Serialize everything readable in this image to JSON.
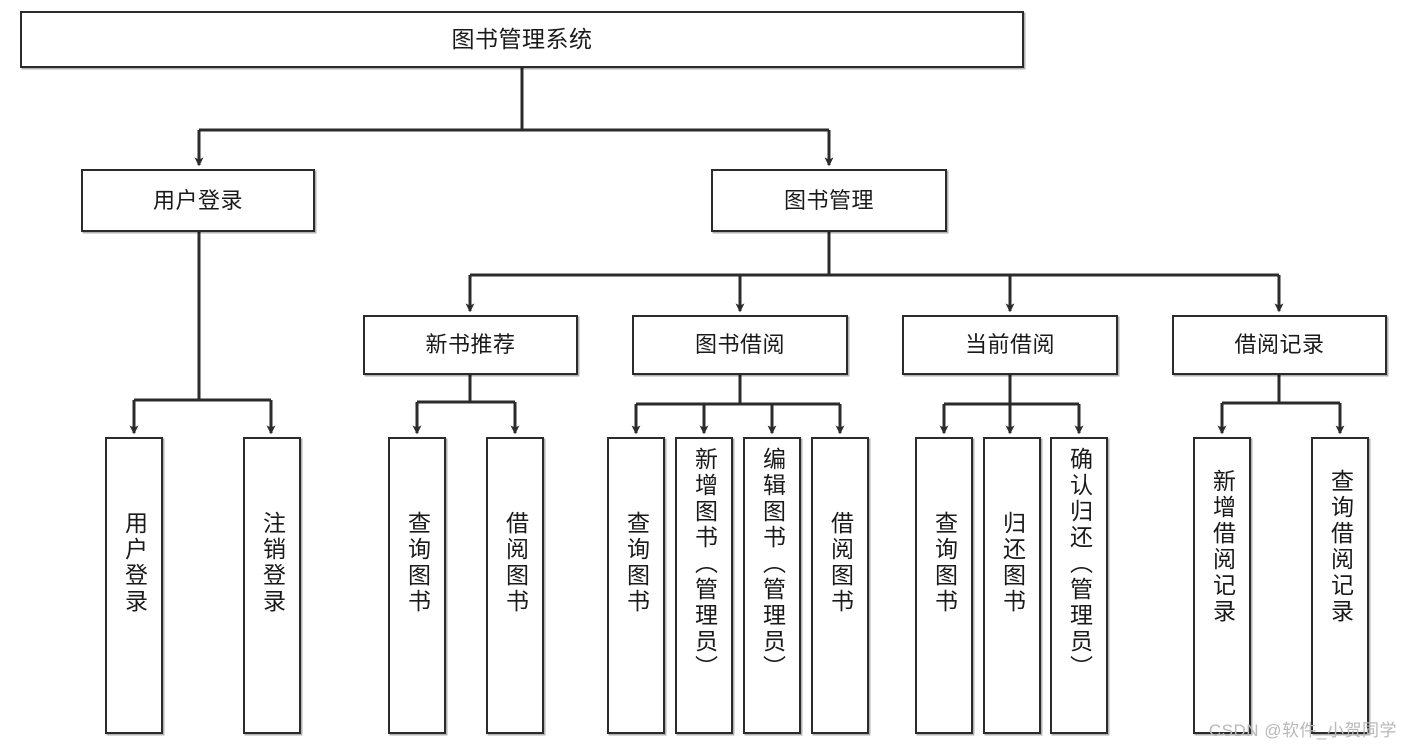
{
  "diagram": {
    "title": "图书管理系统",
    "type": "tree",
    "watermark": "CSDN @软件_小贺同学",
    "stroke_color": "#2b2b2b",
    "fill_color": "#ffffff",
    "text_color": "#1a1a1a",
    "watermark_color": "#b8b8b8"
  },
  "nodes": {
    "root": {
      "label": "图书管理系统",
      "level": 0,
      "orientation": "horizontal"
    },
    "l1": [
      {
        "id": "user-login",
        "label": "用户登录",
        "level": 1,
        "orientation": "horizontal"
      },
      {
        "id": "book-manage",
        "label": "图书管理",
        "level": 1,
        "orientation": "horizontal"
      }
    ],
    "l2": [
      {
        "id": "new-book-recommend",
        "label": "新书推荐",
        "level": 2,
        "orientation": "horizontal"
      },
      {
        "id": "book-borrow",
        "label": "图书借阅",
        "level": 2,
        "orientation": "horizontal"
      },
      {
        "id": "current-borrow",
        "label": "当前借阅",
        "level": 2,
        "orientation": "horizontal"
      },
      {
        "id": "borrow-record",
        "label": "借阅记录",
        "level": 2,
        "orientation": "horizontal"
      }
    ],
    "leaves": [
      {
        "id": "leaf-user-login",
        "label": "用户登录",
        "parent": "user-login",
        "orientation": "vertical"
      },
      {
        "id": "leaf-user-logout",
        "label": "注销登录",
        "parent": "user-login",
        "orientation": "vertical"
      },
      {
        "id": "leaf-query-book-1",
        "label": "查询图书",
        "parent": "new-book-recommend",
        "orientation": "vertical"
      },
      {
        "id": "leaf-borrow-book-1",
        "label": "借阅图书",
        "parent": "new-book-recommend",
        "orientation": "vertical"
      },
      {
        "id": "leaf-query-book-2",
        "label": "查询图书",
        "parent": "book-borrow",
        "orientation": "vertical"
      },
      {
        "id": "leaf-add-book",
        "label": "新增图书（管理员）",
        "parent": "book-borrow",
        "orientation": "vertical"
      },
      {
        "id": "leaf-edit-book",
        "label": "编辑图书（管理员）",
        "parent": "book-borrow",
        "orientation": "vertical"
      },
      {
        "id": "leaf-borrow-book-2",
        "label": "借阅图书",
        "parent": "book-borrow",
        "orientation": "vertical"
      },
      {
        "id": "leaf-query-book-3",
        "label": "查询图书",
        "parent": "current-borrow",
        "orientation": "vertical"
      },
      {
        "id": "leaf-return-book",
        "label": "归还图书",
        "parent": "current-borrow",
        "orientation": "vertical"
      },
      {
        "id": "leaf-confirm-return",
        "label": "确认归还（管理员）",
        "parent": "current-borrow",
        "orientation": "vertical"
      },
      {
        "id": "leaf-add-record",
        "label": "新增借阅记录",
        "parent": "borrow-record",
        "orientation": "vertical"
      },
      {
        "id": "leaf-query-record",
        "label": "查询借阅记录",
        "parent": "borrow-record",
        "orientation": "vertical"
      }
    ]
  }
}
